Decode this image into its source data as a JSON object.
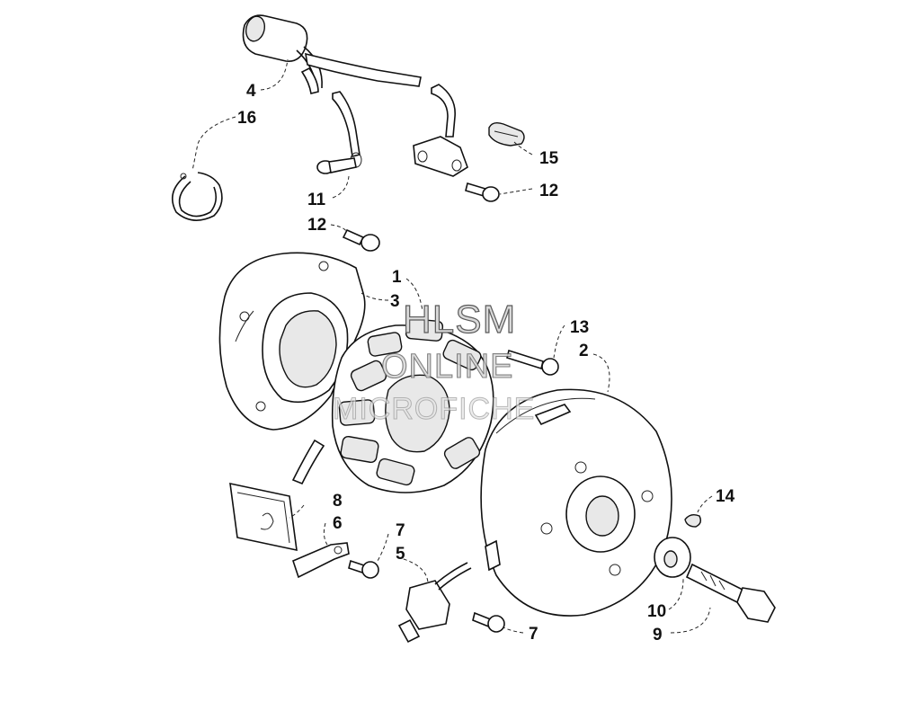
{
  "diagram": {
    "callouts": [
      {
        "id": "c4",
        "text": "4"
      },
      {
        "id": "c16",
        "text": "16"
      },
      {
        "id": "c11",
        "text": "11"
      },
      {
        "id": "c12a",
        "text": "12"
      },
      {
        "id": "c12b",
        "text": "12"
      },
      {
        "id": "c15",
        "text": "15"
      },
      {
        "id": "c1",
        "text": "1"
      },
      {
        "id": "c3",
        "text": "3"
      },
      {
        "id": "c13",
        "text": "13"
      },
      {
        "id": "c2",
        "text": "2"
      },
      {
        "id": "c8",
        "text": "8"
      },
      {
        "id": "c6",
        "text": "6"
      },
      {
        "id": "c7a",
        "text": "7"
      },
      {
        "id": "c5",
        "text": "5"
      },
      {
        "id": "c7b",
        "text": "7"
      },
      {
        "id": "c14",
        "text": "14"
      },
      {
        "id": "c10",
        "text": "10"
      },
      {
        "id": "c9",
        "text": "9"
      }
    ],
    "watermark": {
      "line1": "HLSM",
      "line2": "ONLINE",
      "line3": "MICROFICHE"
    }
  }
}
